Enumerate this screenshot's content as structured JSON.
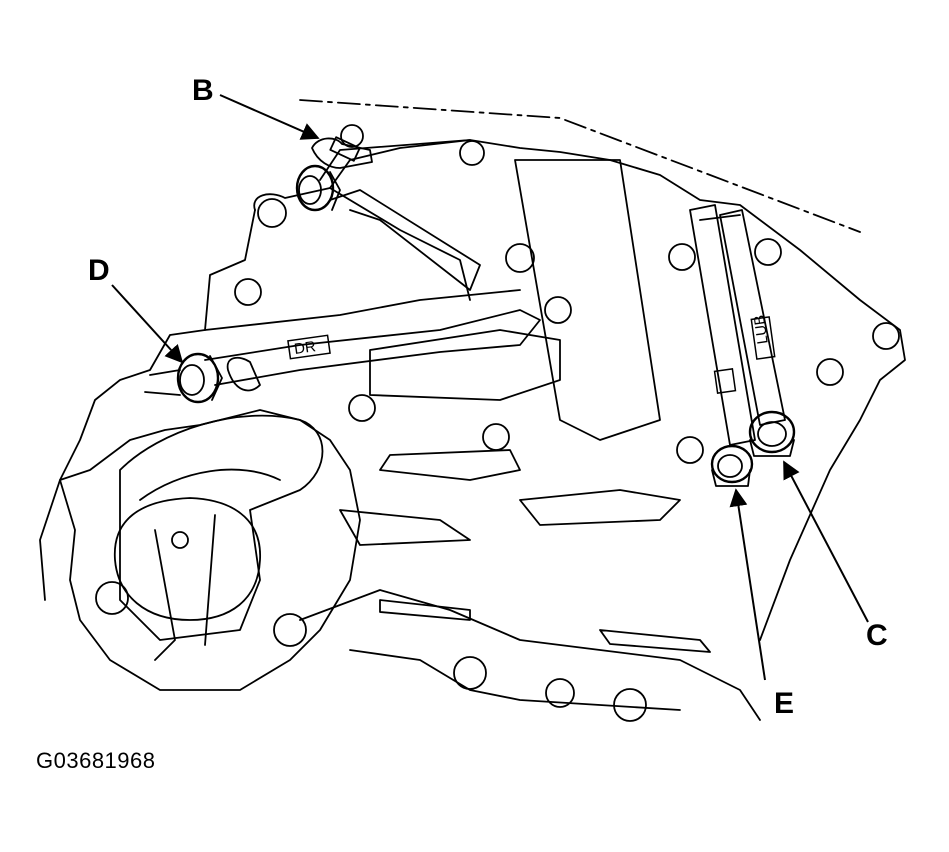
{
  "figure_id": "G03681968",
  "callouts": {
    "b": "B",
    "c": "C",
    "d": "D",
    "e": "E"
  },
  "pipe_tags": {
    "dr": "DR",
    "lub": "LUB"
  }
}
